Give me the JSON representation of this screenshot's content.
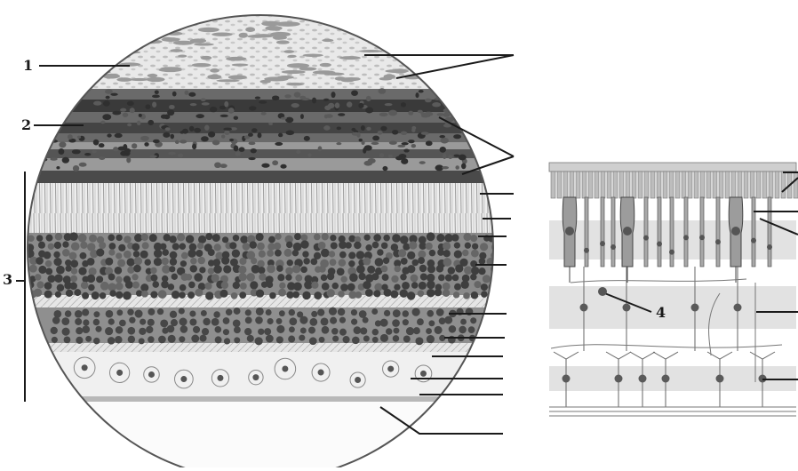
{
  "figure": {
    "callouts": [
      {
        "id": "1",
        "text": "1"
      },
      {
        "id": "2",
        "text": "2"
      },
      {
        "id": "3",
        "text": "3"
      },
      {
        "id": "4",
        "text": "4"
      }
    ]
  },
  "colors": {
    "ink": "#1a1a1a",
    "tissue_light": "#e4e4e4",
    "tissue_dark": "#3c3c3c",
    "band_grey": "#dcdcdc",
    "nucleus": "#555555"
  }
}
